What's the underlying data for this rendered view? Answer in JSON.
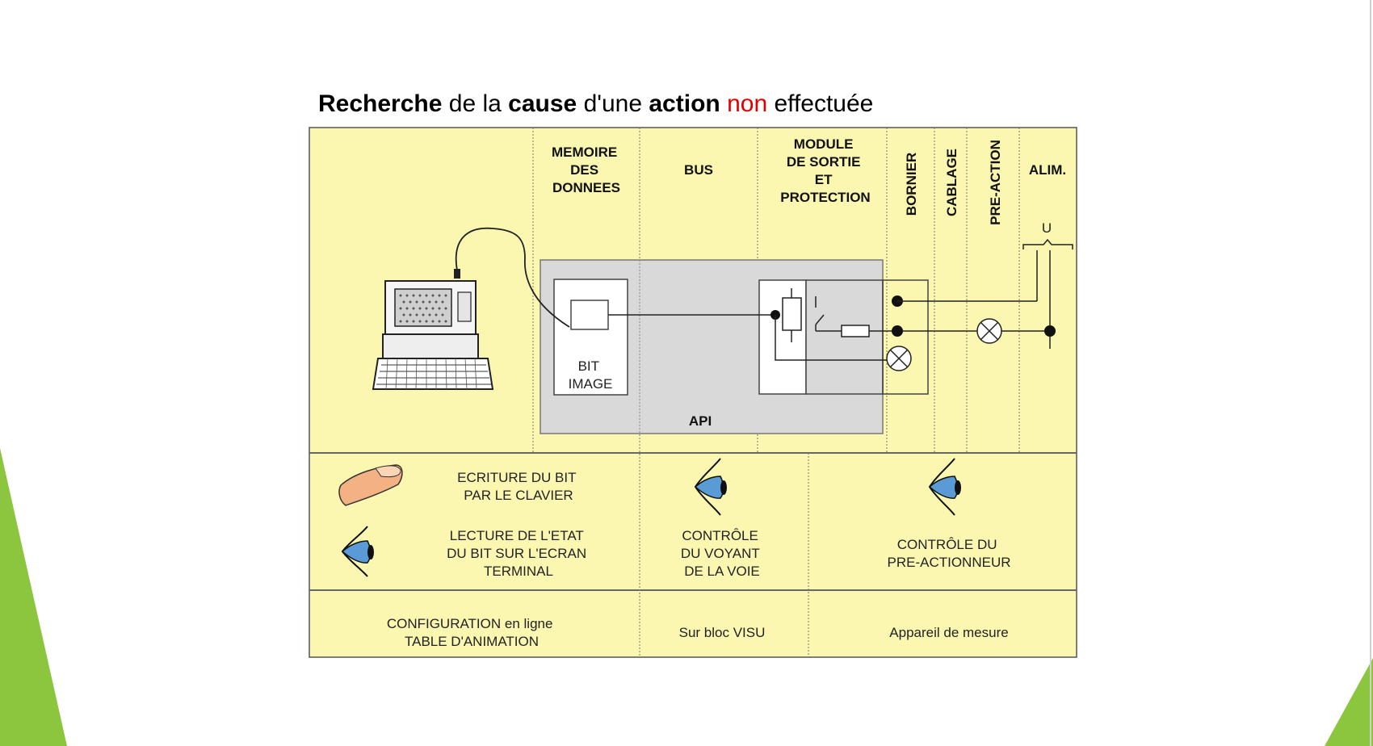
{
  "slide": {
    "title": {
      "w1": "Recherche",
      "w2": " de la ",
      "w3": "cause",
      "w4": " d'une ",
      "w5": "action",
      "w6": " ",
      "w7": "non",
      "w8": " effectuée"
    },
    "accent_color": "#8cc63f",
    "highlight_color": "#e00000"
  },
  "diagram": {
    "background_color": "#fbf7b0",
    "api_block_color": "#d9d9d9",
    "columns": {
      "memoire": [
        "MEMOIRE",
        "DES",
        "DONNEES"
      ],
      "bus": "BUS",
      "module": [
        "MODULE",
        "DE SORTIE",
        "ET",
        "PROTECTION"
      ],
      "bornier": "BORNIER",
      "cablage": "CABLAGE",
      "preaction": "PRE-ACTION",
      "alim": "ALIM."
    },
    "u_label": "U",
    "bit_image": [
      "BIT",
      "IMAGE"
    ],
    "api_label": "API",
    "actions": {
      "ecriture": [
        "ECRITURE DU BIT",
        "PAR LE CLAVIER"
      ],
      "lecture": [
        "LECTURE DE L'ETAT",
        "DU BIT SUR L'ECRAN",
        "TERMINAL"
      ],
      "controle_voyant": [
        "CONTRÔLE",
        "DU VOYANT",
        "DE LA VOIE"
      ],
      "controle_pre": [
        "CONTRÔLE DU",
        "PRE-ACTIONNEUR"
      ]
    },
    "tools": {
      "configuration": {
        "bold": "CONFIGURATION",
        "rest": " en ligne",
        "line2": "TABLE D'ANIMATION"
      },
      "visu": "Sur bloc VISU",
      "mesure": "Appareil de mesure"
    }
  }
}
